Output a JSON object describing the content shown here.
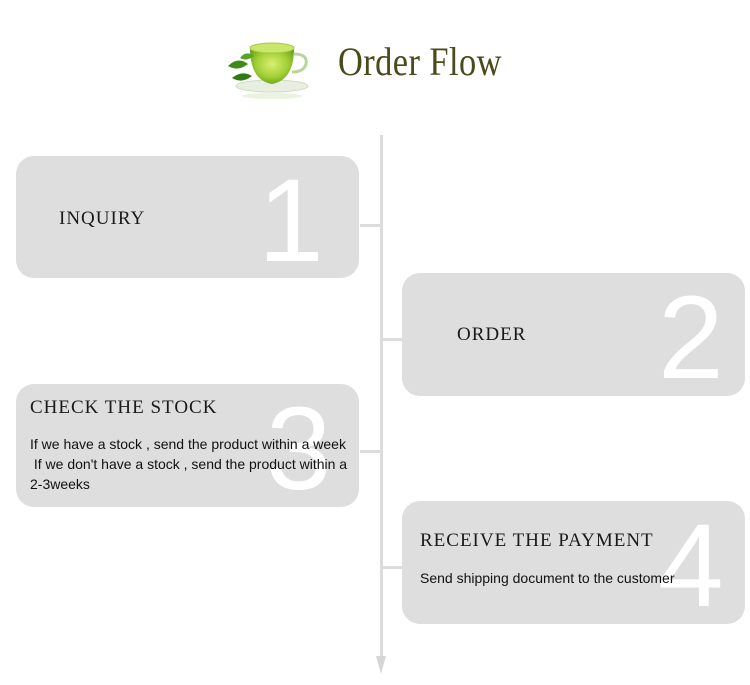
{
  "header": {
    "title": "Order Flow",
    "icon": "green-tea-cup-icon"
  },
  "colors": {
    "card": "#dedede",
    "number": "#ffffff",
    "line": "#dcdcdc",
    "title": "#4a4a1c"
  },
  "steps": [
    {
      "number": "1",
      "title": "INQUIRY",
      "desc": ""
    },
    {
      "number": "2",
      "title": "ORDER",
      "desc": ""
    },
    {
      "number": "3",
      "title": "CHECK THE STOCK",
      "desc": "If we have a stock , send the product within a week\n If we don't have a stock , send the product within a \n2-3weeks"
    },
    {
      "number": "4",
      "title": "RECEIVE THE PAYMENT",
      "desc": "Send shipping document to the customer"
    }
  ]
}
